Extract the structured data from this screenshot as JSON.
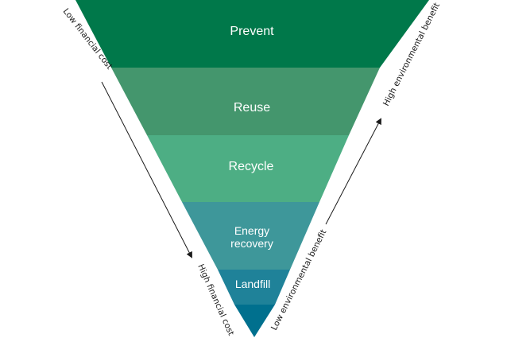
{
  "tiers": [
    {
      "label": "Prevent",
      "color": "#00784a"
    },
    {
      "label": "Reuse",
      "color": "#44966d"
    },
    {
      "label": "Recycle",
      "color": "#4dae84"
    },
    {
      "label_line1": "Energy",
      "label_line2": "recovery",
      "color": "#3e979a"
    },
    {
      "label": "Landfill",
      "color": "#1f8299"
    },
    {
      "tip_color": "#00708e"
    }
  ],
  "left_axis": {
    "start": "Low financial cost",
    "end": "High financial cost"
  },
  "right_axis": {
    "start": "Low environmental benefit",
    "end": "High environmental benefit"
  }
}
